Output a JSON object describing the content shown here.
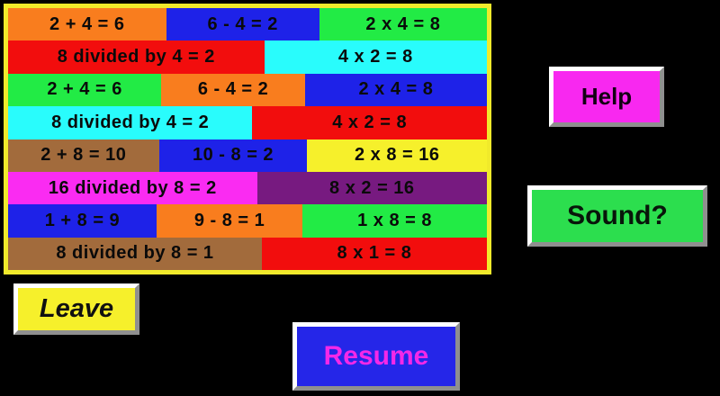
{
  "page": {
    "background": "#000000"
  },
  "panel": {
    "border_color": "#F1EA2B",
    "backing_color": "#F20D0D",
    "rows": [
      {
        "cells": [
          {
            "text": "2 + 4 = 6",
            "color": "#F97D1E",
            "width": 33
          },
          {
            "text": "6 - 4 = 2",
            "color": "#1E22E8",
            "width": 32
          },
          {
            "text": "2 x 4 = 8",
            "color": "#22EB45",
            "width": 35
          }
        ]
      },
      {
        "cells": [
          {
            "text": "8 divided by 4 = 2",
            "color": "#F20D0D",
            "width": 53.5
          },
          {
            "text": "4 x 2 = 8",
            "color": "#29FCFC",
            "width": 46.5
          }
        ]
      },
      {
        "cells": [
          {
            "text": "2 + 4 = 6",
            "color": "#22EB45",
            "width": 32
          },
          {
            "text": "6 - 4 = 2",
            "color": "#F97D1E",
            "width": 30
          },
          {
            "text": "2 x 4 = 8",
            "color": "#1E22E8",
            "width": 38
          }
        ]
      },
      {
        "cells": [
          {
            "text": "8 divided by 4 = 2",
            "color": "#29FCFC",
            "width": 51
          },
          {
            "text": "4 x 2 = 8",
            "color": "#F20D0D",
            "width": 49
          }
        ]
      },
      {
        "cells": [
          {
            "text": "2 + 8 = 10",
            "color": "#A26B3C",
            "width": 31.5
          },
          {
            "text": "10 - 8 = 2",
            "color": "#1E22E8",
            "width": 31
          },
          {
            "text": "2 x 8 = 16",
            "color": "#F6F02B",
            "width": 37.5
          }
        ]
      },
      {
        "cells": [
          {
            "text": "16 divided by 8 = 2",
            "color": "#FA2BF2",
            "width": 52
          },
          {
            "text": "8 x 2 = 16",
            "color": "#771A80",
            "width": 48
          }
        ]
      },
      {
        "cells": [
          {
            "text": "1 + 8 = 9",
            "color": "#1E22E8",
            "width": 31
          },
          {
            "text": "9 - 8 = 1",
            "color": "#F97D1E",
            "width": 30.5
          },
          {
            "text": "1 x 8 = 8",
            "color": "#22EB45",
            "width": 38.5
          }
        ]
      },
      {
        "cells": [
          {
            "text": "8 divided by 8 = 1",
            "color": "#A26B3C",
            "width": 53
          },
          {
            "text": "8 x 1 = 8",
            "color": "#F20D0D",
            "width": 47
          }
        ]
      }
    ]
  },
  "buttons": {
    "help": {
      "label": "Help",
      "bg": "#F828F0",
      "text_color": "#140014"
    },
    "sound": {
      "label": "Sound?",
      "bg": "#2CDE4E",
      "text_color": "#08160A"
    },
    "leave": {
      "label": "Leave",
      "bg": "#F6F02B",
      "text_color": "#101010"
    },
    "resume": {
      "label": "Resume",
      "bg": "#2526E8",
      "text_color": "#F428E8"
    }
  }
}
